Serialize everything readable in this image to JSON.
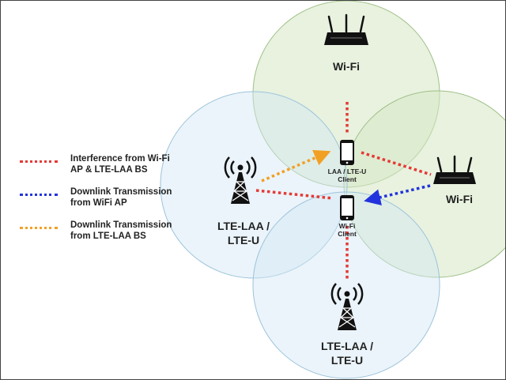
{
  "legend": {
    "items": [
      {
        "label_line1": "Interference from Wi-Fi",
        "label_line2": "AP & LTE-LAA BS",
        "color": "#e53935"
      },
      {
        "label_line1": "Downlink Transmission",
        "label_line2": "from WiFi AP",
        "color": "#2233dd"
      },
      {
        "label_line1": "Downlink Transmission",
        "label_line2": "from LTE-LAA BS",
        "color": "#f2a024"
      }
    ]
  },
  "nodes": {
    "wifi_top": {
      "label": "Wi-Fi",
      "icon": "router-icon"
    },
    "wifi_right": {
      "label": "Wi-Fi",
      "icon": "router-icon"
    },
    "lte_left": {
      "label_line1": "LTE-LAA /",
      "label_line2": "LTE-U",
      "icon": "cell-tower-icon"
    },
    "lte_bottom": {
      "label_line1": "LTE-LAA /",
      "label_line2": "LTE-U",
      "icon": "cell-tower-icon"
    },
    "laa_client": {
      "label_line1": "LAA / LTE-U",
      "label_line2": "Client",
      "icon": "smartphone-icon"
    },
    "wifi_client": {
      "label_line1": "Wi-Fi",
      "label_line2": "Client",
      "icon": "smartphone-icon"
    }
  },
  "colors": {
    "wifi_coverage": "#d6e8c4",
    "lte_coverage": "#d3e7f4",
    "interference": "#e53935",
    "wifi_downlink": "#2233dd",
    "lte_downlink": "#f2a024"
  }
}
